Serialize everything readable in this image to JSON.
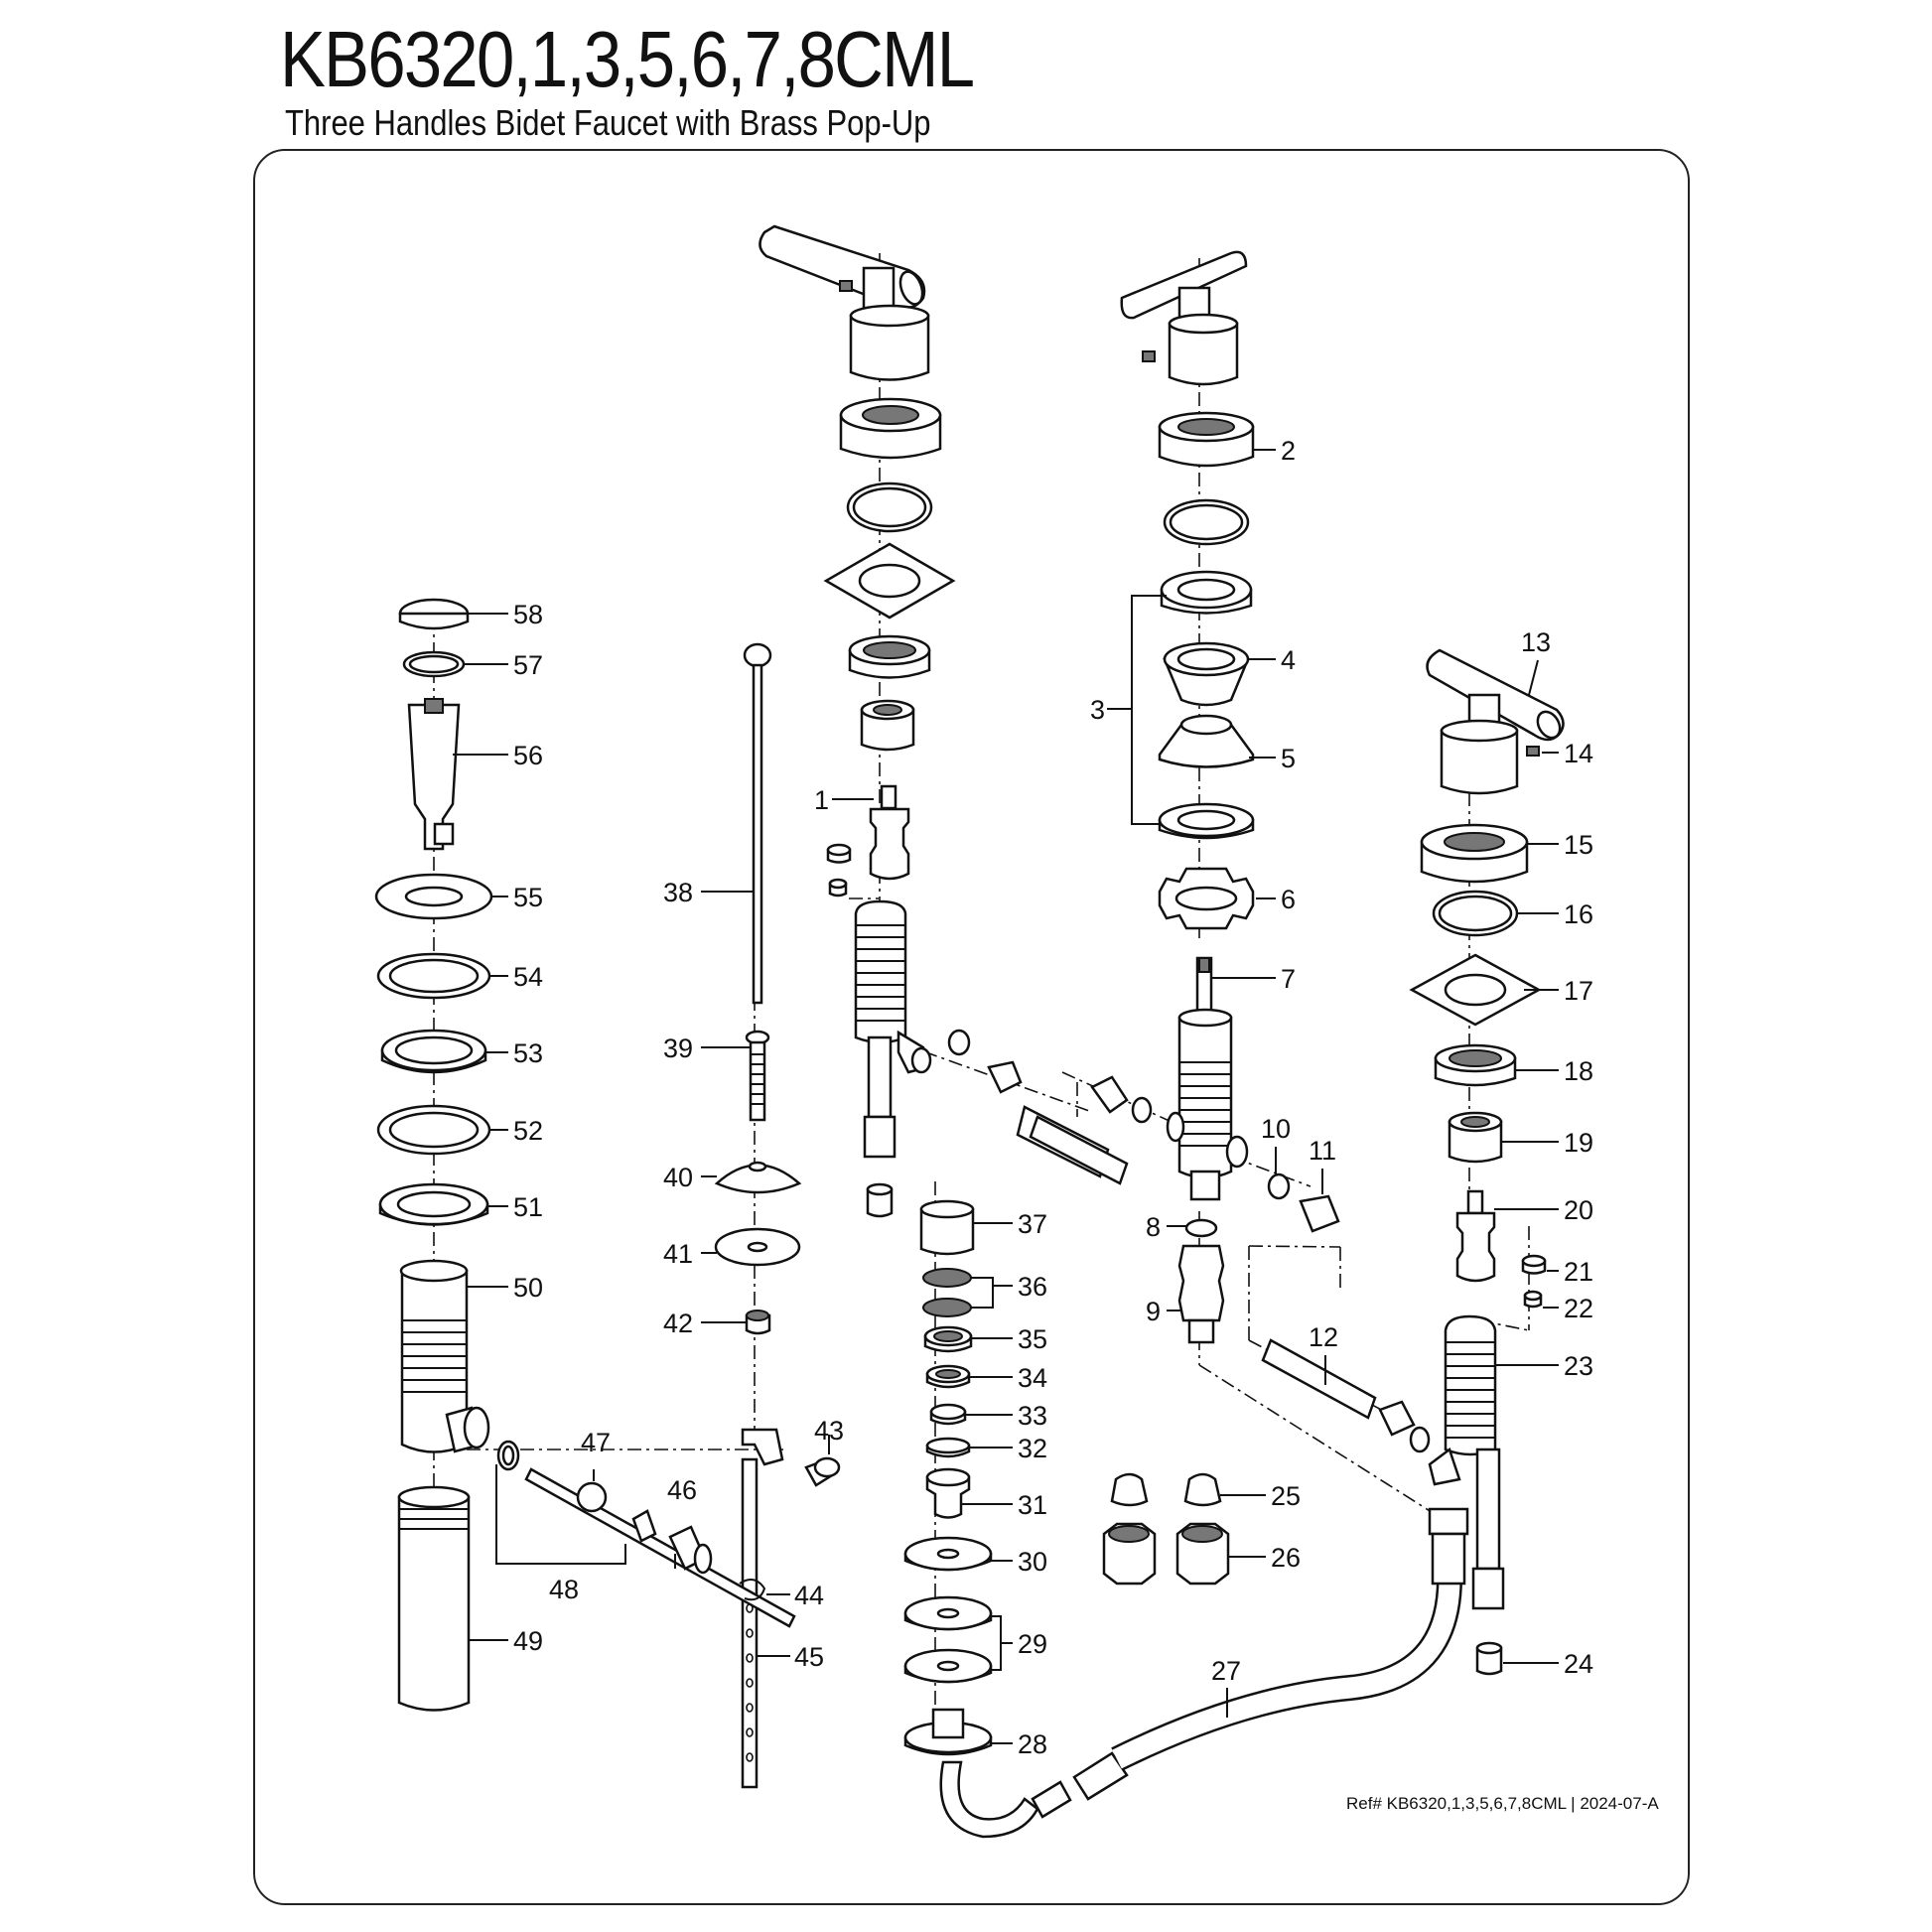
{
  "header": {
    "model": "KB6320,1,3,5,6,7,8CML",
    "description": "Three Handles Bidet Faucet with Brass Pop-Up"
  },
  "footer": {
    "reference": "Ref# KB6320,1,3,5,6,7,8CML | 2024-07-A"
  },
  "callouts": [
    "1",
    "2",
    "3",
    "4",
    "5",
    "6",
    "7",
    "8",
    "9",
    "10",
    "11",
    "12",
    "13",
    "14",
    "15",
    "16",
    "17",
    "18",
    "19",
    "20",
    "21",
    "22",
    "23",
    "24",
    "25",
    "26",
    "27",
    "28",
    "29",
    "30",
    "31",
    "32",
    "33",
    "34",
    "35",
    "36",
    "37",
    "38",
    "39",
    "40",
    "41",
    "42",
    "43",
    "44",
    "45",
    "46",
    "47",
    "48",
    "49",
    "50",
    "51",
    "52",
    "53",
    "54",
    "55",
    "56",
    "57",
    "58"
  ]
}
